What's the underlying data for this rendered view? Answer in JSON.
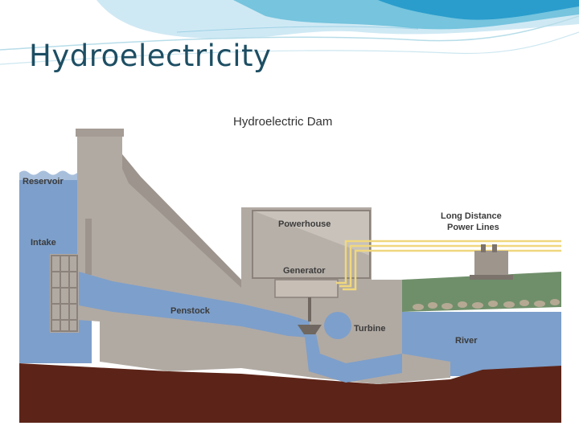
{
  "slide": {
    "title": "Hydroelectricity"
  },
  "diagram": {
    "title": "Hydroelectric Dam",
    "labels": {
      "reservoir": "Reservoir",
      "intake": "Intake",
      "powerhouse": "Powerhouse",
      "generator": "Generator",
      "penstock": "Penstock",
      "turbine": "Turbine",
      "river": "River",
      "power_lines_line1": "Long Distance",
      "power_lines_line2": "Power Lines"
    },
    "colors": {
      "water": "#7d9fcb",
      "concrete": "#b1aaa3",
      "earth": "#5c2418",
      "power_line": "#f0d77e",
      "title_text": "#1d4e63"
    }
  }
}
